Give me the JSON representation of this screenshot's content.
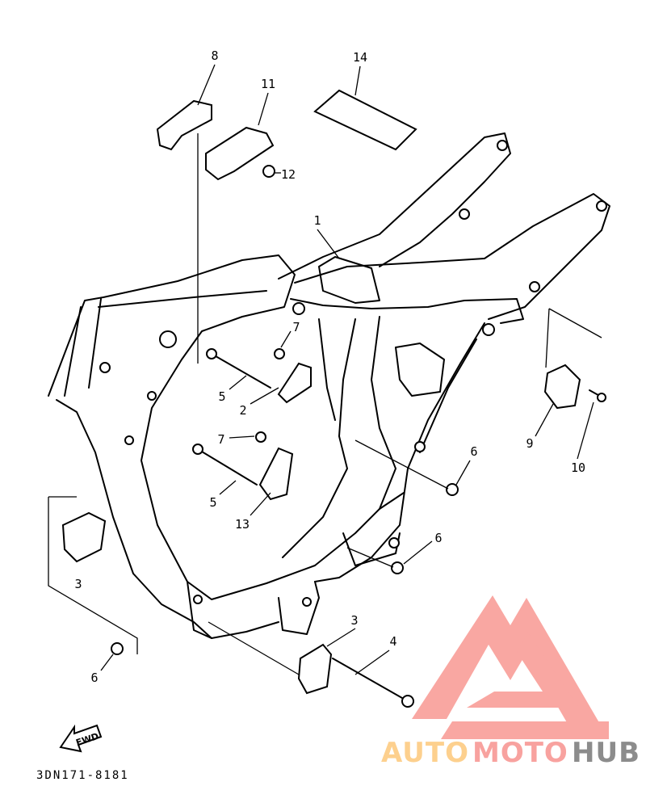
{
  "diagram": {
    "title_code": "3DN171-8181",
    "fwd_label": "FWD",
    "callouts": [
      "8",
      "11",
      "14",
      "12",
      "1",
      "7",
      "5",
      "2",
      "7",
      "5",
      "13",
      "6",
      "9",
      "10",
      "6",
      "3",
      "3",
      "4",
      "6"
    ]
  },
  "watermark": {
    "part1": "AUTO",
    "part2": "MOTO",
    "part3": "HUB",
    "colors": {
      "auto": "#fdd08e",
      "moto": "#f8a29f",
      "hub": "#8c8c8c",
      "logo": "#f9a7a2"
    }
  }
}
